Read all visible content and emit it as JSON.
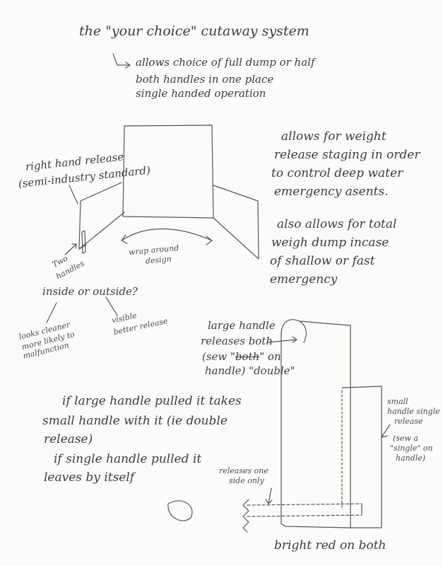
{
  "title": "the \"your choice\" cutaway system",
  "features": [
    "allows choice of full dump or half",
    "both handles in one place",
    "single handed operation"
  ],
  "right_notes": {
    "staging": [
      "allows for weight",
      "release staging in order",
      "to control deep water",
      "emergency asents."
    ],
    "total_dump": [
      "also allows for total",
      "weigh dump incase",
      "of shallow or fast",
      "emergency"
    ]
  },
  "sketch1_labels": {
    "right_hand_release": [
      "right hand release",
      "(semi-industry standard)"
    ],
    "two_handles": [
      "Two",
      "handles"
    ],
    "wrap_around": [
      "wrap around",
      "design"
    ],
    "inside_or_outside": "inside or outside?",
    "inside_note": [
      "looks cleaner",
      "more likely to",
      "malfunction"
    ],
    "outside_note": [
      "visible",
      "better release"
    ]
  },
  "large_handle": {
    "lines": [
      "large handle",
      "releases both",
      "(sew \"",
      "\" on"
    ],
    "struck_word": "both",
    "last_line_pre": "handle) \"",
    "last_word": "double",
    "last_line_post": "\""
  },
  "small_handle": [
    "small",
    "handle single",
    "release",
    "(sew a",
    "\"single\" on",
    "handle)"
  ],
  "explanations": {
    "large": [
      "if large handle pulled it takes",
      "small handle with it (ie double",
      "release)"
    ],
    "single": [
      "if single handle pulled it",
      "leaves by itself"
    ]
  },
  "releases_one_side": [
    "releases one",
    "side only"
  ],
  "bottom_note": "bright red on both"
}
